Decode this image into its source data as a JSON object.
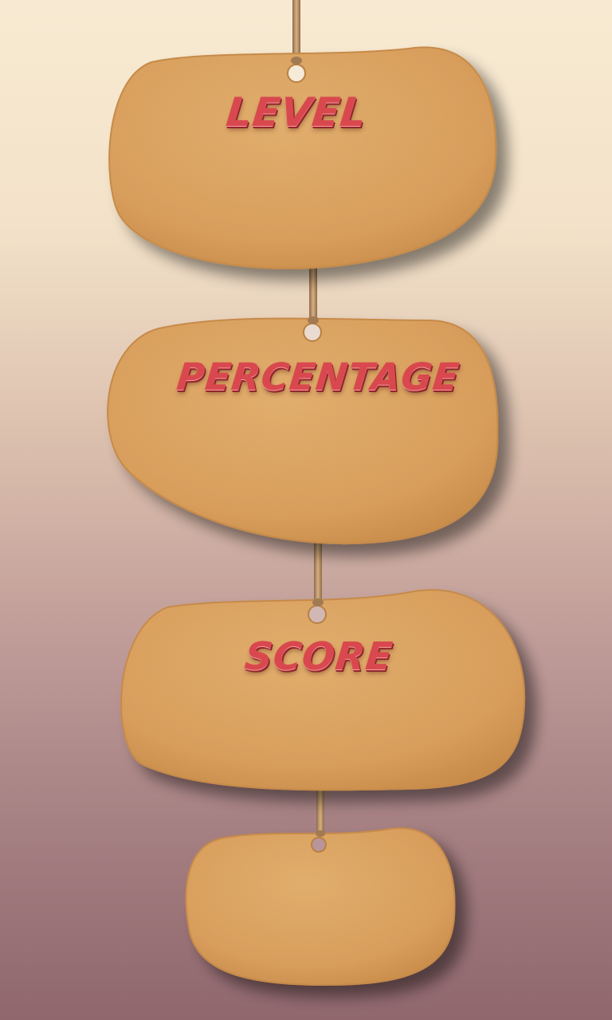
{
  "signs": [
    {
      "label": "LEVEL"
    },
    {
      "label": "PERCENTAGE"
    },
    {
      "label": "SCORE"
    },
    {
      "label": ""
    }
  ],
  "colors": {
    "stone": "#dca25f",
    "stone_shadow": "#b47a3c",
    "label_red": "#d9484e",
    "rope": "#c39a6c"
  },
  "icons": [
    "rope",
    "hole"
  ]
}
